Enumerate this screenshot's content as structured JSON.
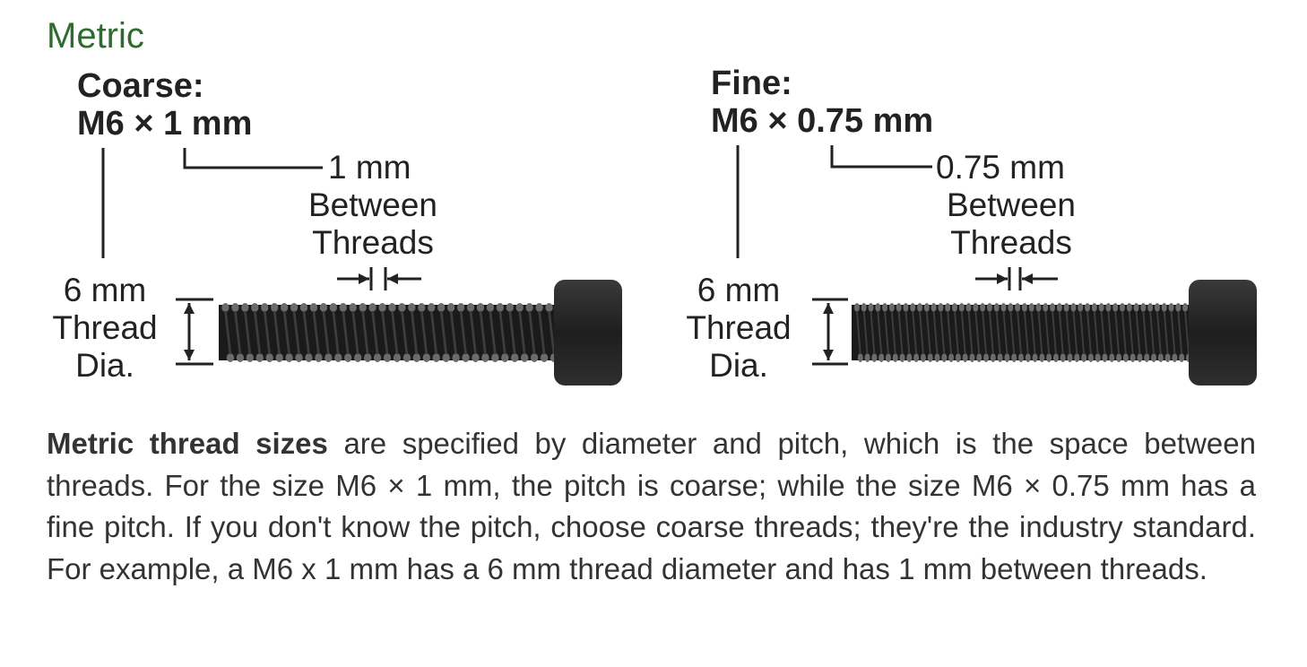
{
  "section": {
    "title": "Metric"
  },
  "diagram": {
    "coarse": {
      "heading": "Coarse:",
      "size": "M6 × 1 mm",
      "pitch_lines": [
        "1 mm",
        "Between",
        "Threads"
      ],
      "dia_lines": [
        "6 mm",
        "Thread",
        "Dia."
      ],
      "thread_count": 34
    },
    "fine": {
      "heading": "Fine:",
      "size": "M6 × 0.75 mm",
      "pitch_lines": [
        "0.75 mm",
        "Between",
        "Threads"
      ],
      "dia_lines": [
        "6 mm",
        "Thread",
        "Dia."
      ],
      "thread_count": 48
    },
    "colors": {
      "bolt": "#1a1a1a",
      "bolt_head": "#2b2b2b",
      "thread_crest": "#6b6b6b",
      "text": "#222222"
    }
  },
  "description": {
    "bold_lead": "Metric thread sizes",
    "text": " are specified by diameter and pitch, which is the space between threads. For the size M6 × 1 mm, the pitch is coarse; while the size M6 × 0.75 mm has a fine pitch. If you don't know the pitch, choose coarse threads; they're the industry standard. For example, a M6 x 1 mm has a 6 mm thread diameter and has 1 mm between threads."
  }
}
